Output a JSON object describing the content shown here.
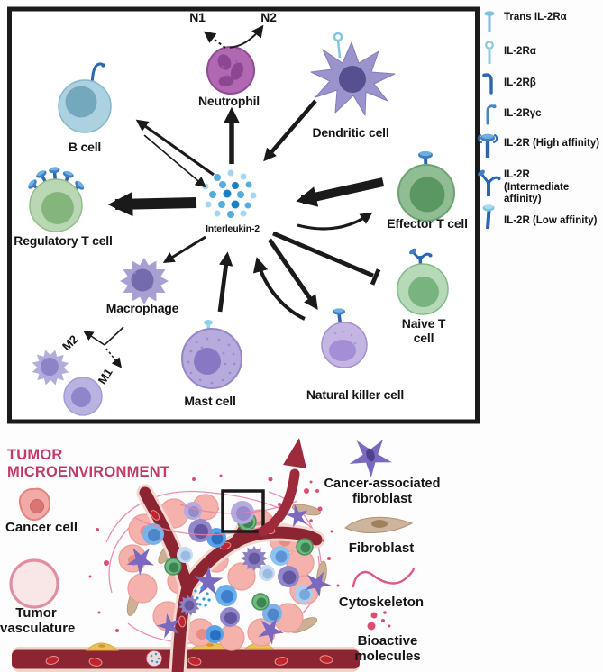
{
  "figure": {
    "panel_top": {
      "center_label": "Interleukin-2",
      "cells": {
        "b_cell": "B cell",
        "neutrophil": "Neutrophil",
        "dendritic_cell": "Dendritic cell",
        "regulatory_t_cell": "Regulatory T cell",
        "effector_t_cell": "Effector T cell",
        "macrophage": "Macrophage",
        "mast_cell": "Mast cell",
        "natural_killer_cell": "Natural killer cell",
        "naive_t_cell_line1": "Naive T",
        "naive_t_cell_line2": "cell"
      },
      "annotations": {
        "n1": "N1",
        "n2": "N2",
        "m1": "M1",
        "m2": "M2"
      }
    },
    "receptor_legend": {
      "items": [
        {
          "name": "trans-il2ra",
          "label": "Trans IL-2Rα"
        },
        {
          "name": "il2ra",
          "label": "IL-2Rα"
        },
        {
          "name": "il2rb",
          "label": "IL-2Rβ"
        },
        {
          "name": "il2rgc",
          "label": "IL-2Rγc"
        },
        {
          "name": "il2r-high-affinity",
          "label": "IL-2R (High affinity)"
        },
        {
          "name": "il2r-intermediate-affinity",
          "label": "IL-2R (Intermediate affinity)"
        },
        {
          "name": "il2r-low-affinity",
          "label": "IL-2R (Low affinity)"
        }
      ]
    },
    "panel_bottom": {
      "title_line1": "TUMOR",
      "title_line2": "MICROENVIRONMENT",
      "left_legend": {
        "cancer_cell": "Cancer cell",
        "tumor_vasculature_line1": "Tumor",
        "tumor_vasculature_line2": "vasculature"
      },
      "right_legend": {
        "caf_line1": "Cancer-associated",
        "caf_line2": "fibroblast",
        "fibroblast": "Fibroblast",
        "cytoskeleton": "Cytoskeleton",
        "bioactive_molecules": "Bioactive molecules"
      }
    },
    "colors": {
      "panel_border": "#1a1a1a",
      "arrow_black": "#1a1a1a",
      "tumor_title_pink": "#c23a68",
      "vessel_red": "#8c2531",
      "escape_arrow_red": "#9e2b3b",
      "il2_blue": "#2e9fd4"
    }
  }
}
